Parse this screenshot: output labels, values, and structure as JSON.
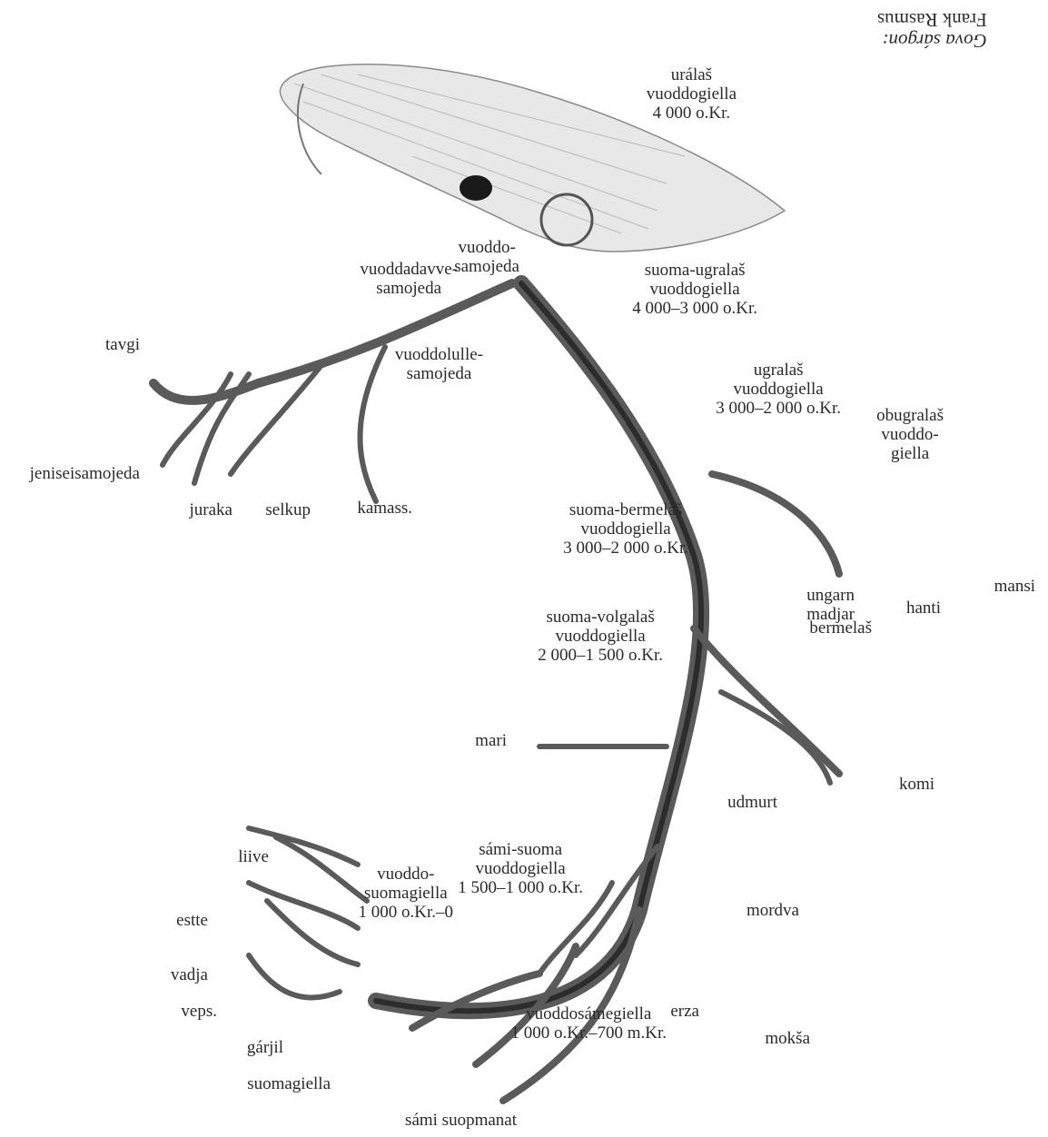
{
  "credit": {
    "label": "Gova sárgon:",
    "artist": "Frank Rasmus"
  },
  "nodes": {
    "proto_uralic": {
      "name": "urálaš\nvuoddogiella",
      "date": "4 000 o.Kr."
    },
    "proto_samoyed": {
      "name": "vuoddo-\nsamojeda"
    },
    "proto_north_samoyed": {
      "name": "vuoddadavve-\nsamojeda"
    },
    "proto_south_samoyed": {
      "name": "vuoddolulle-\nsamojeda"
    },
    "finno_ugric": {
      "name": "suoma-ugralaš\nvuoddogiella",
      "date": "4 000–3 000 o.Kr."
    },
    "ugric": {
      "name": "ugralaš\nvuoddogiella",
      "date": "3 000–2 000 o.Kr."
    },
    "ob_ugric": {
      "name": "obugralaš\nvuoddo-\ngiella"
    },
    "finno_permic": {
      "name": "suoma-bermelaš\nvuoddogiella",
      "date": "3 000–2 000 o.Kr."
    },
    "permic": {
      "name": "bermelaš"
    },
    "finno_volgaic": {
      "name": "suoma-volgalaš\nvuoddogiella",
      "date": "2 000–1 500 o.Kr."
    },
    "sami_finnic": {
      "name": "sámi-suoma\nvuoddogiella",
      "date": "1 500–1 000 o.Kr."
    },
    "proto_finnic": {
      "name": "vuoddo-\nsuomagiella",
      "date": "1 000 o.Kr.–0"
    },
    "proto_sami": {
      "name": "vuoddosámegiella",
      "date": "1 000 o.Kr.–700 m.Kr."
    }
  },
  "languages": {
    "tavgi": "tavgi",
    "jeniseisamojeda": "jeniseisamojeda",
    "juraka": "juraka",
    "selkup": "selkup",
    "kamass": "kamass.",
    "mansi": "mansi",
    "hanti": "hanti",
    "ungarn": "ungarn\nmadjar",
    "komi": "komi",
    "udmurt": "udmurt",
    "mari": "mari",
    "mordva": "mordva",
    "moksa": "mokša",
    "erza": "erza",
    "sami": "sámi suopmanat",
    "suomagiella": "suomagiella",
    "garjil": "gárjil",
    "veps": "veps.",
    "vadja": "vadja",
    "estte": "estte",
    "liive": "liive"
  }
}
